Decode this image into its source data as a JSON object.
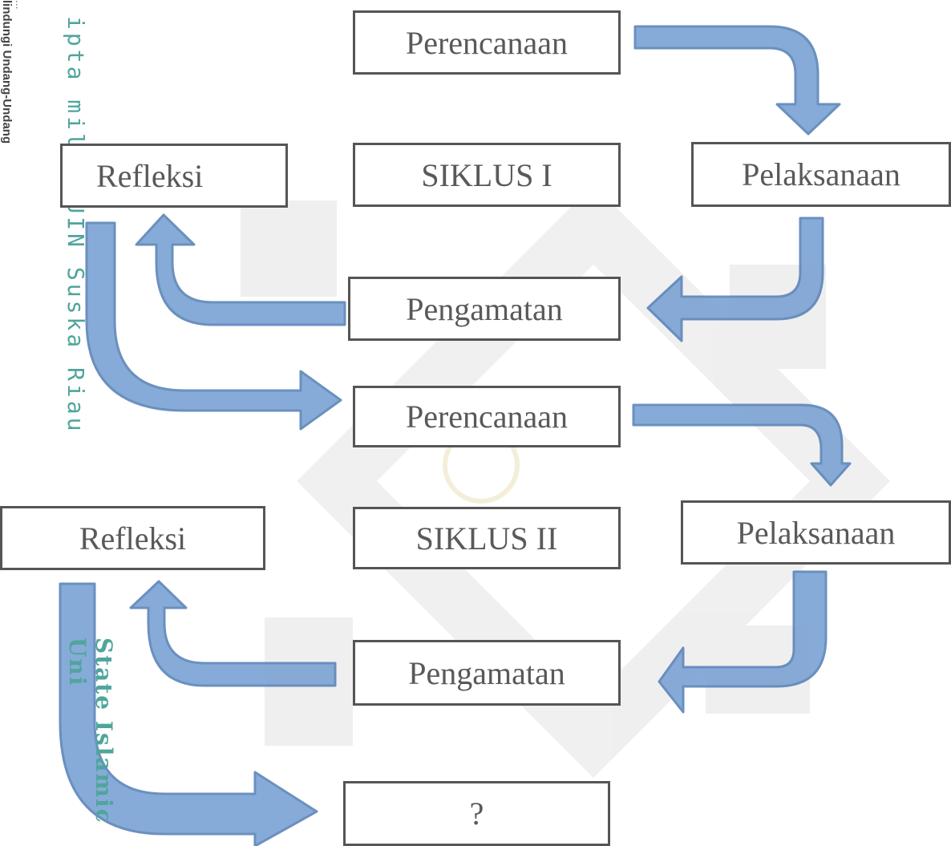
{
  "watermark": {
    "side_text_top": "ipta milik UIN Suska Riau",
    "side_text_bottom": "State Islamic Uni",
    "edge_text": "lindungi Undang-Undang",
    "edge_text_2": "..."
  },
  "diagram": {
    "cycle1": {
      "planning": "Perencanaan",
      "action": "Pelaksanaan",
      "observation": "Pengamatan",
      "reflection": "Refleksi",
      "center_label": "SIKLUS I"
    },
    "cycle2": {
      "planning": "Perencanaan",
      "action": "Pelaksanaan",
      "observation": "Pengamatan",
      "reflection": "Refleksi",
      "center_label": "SIKLUS II"
    },
    "next": "?"
  },
  "colors": {
    "arrow_fill": "#7ba2d4",
    "arrow_stroke": "#5b84b8",
    "box_border": "#555555",
    "text": "#595959",
    "watermark": "#4fa59c"
  }
}
